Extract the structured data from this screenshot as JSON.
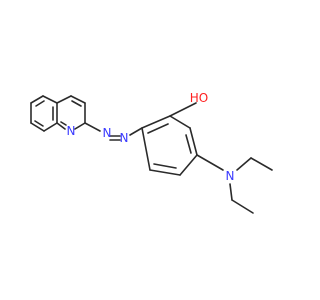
{
  "molecule": {
    "labels": {
      "hydroxyl": "HO",
      "quinoline_n": "N",
      "azo_n1": "N",
      "azo_n2": "N",
      "amine_n": "N"
    },
    "colors": {
      "bond": "#2b2b2b",
      "nitrogen": "#3a3aff",
      "oxygen": "#ff2020"
    }
  }
}
